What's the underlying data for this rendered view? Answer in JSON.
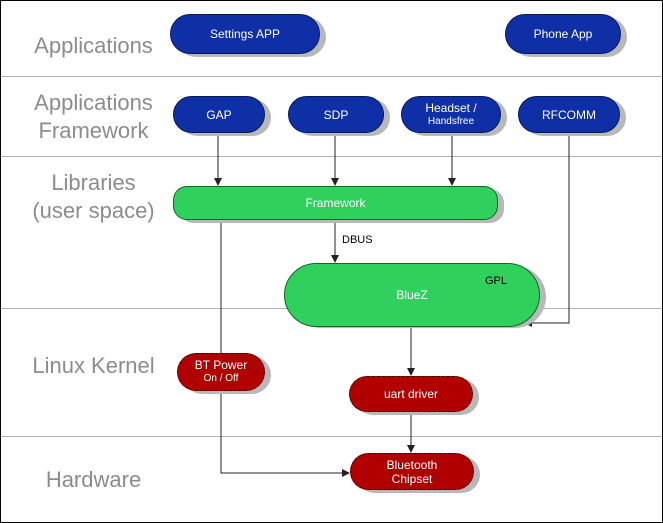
{
  "layers": {
    "applications": "Applications",
    "framework_line1": "Applications",
    "framework_line2": "Framework",
    "libraries_line1": "Libraries",
    "libraries_line2": "(user space)",
    "kernel": "Linux Kernel",
    "hardware": "Hardware"
  },
  "apps": {
    "settings": "Settings APP",
    "phone": "Phone App"
  },
  "framework": {
    "gap": "GAP",
    "sdp": "SDP",
    "headset_line1": "Headset /",
    "headset_line2": "Handsfree",
    "rfcomm": "RFCOMM"
  },
  "libraries": {
    "framework": "Framework",
    "dbus": "DBUS",
    "bluez": "BlueZ",
    "gpl": "GPL"
  },
  "kernel": {
    "bt_power_line1": "BT Power",
    "bt_power_line2": "On / Off",
    "uart": "uart driver"
  },
  "hardware": {
    "chip_line1": "Bluetooth",
    "chip_line2": "Chipset"
  },
  "colors": {
    "blue": "#0f2fa6",
    "green": "#2fd15c",
    "red": "#b00000",
    "label_gray": "#8c8c8c"
  }
}
